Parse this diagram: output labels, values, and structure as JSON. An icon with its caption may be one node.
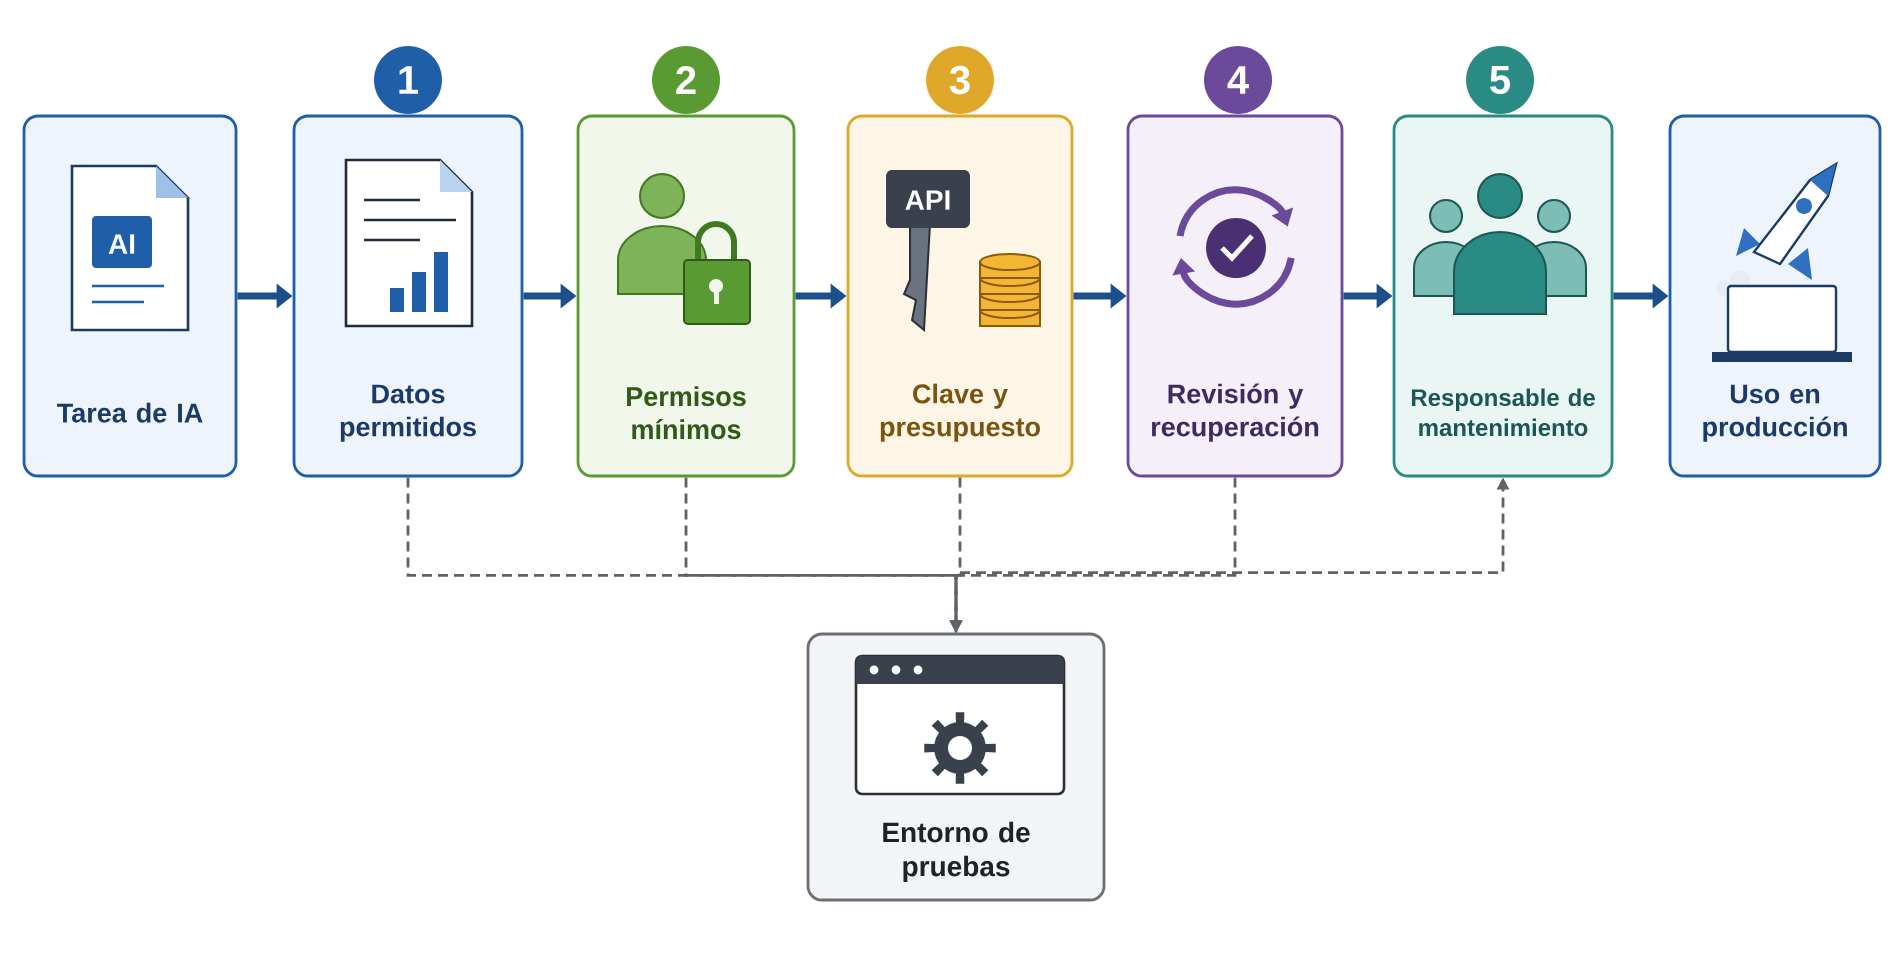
{
  "diagram": {
    "nodes": [
      {
        "text": [
          "1"
        ]
      },
      {
        "text": [
          "2"
        ]
      },
      {
        "text": [
          "3"
        ]
      },
      {
        "text": [
          "4"
        ]
      },
      {
        "text": [
          "5"
        ]
      },
      {
        "text": [
          "Tarea de IA"
        ]
      },
      {
        "text": [
          "Datos permitidos"
        ]
      },
      {
        "text": [
          "Permisos mínimos"
        ]
      },
      {
        "text": [
          "Clave y presupuesto"
        ]
      },
      {
        "text": [
          "Revisión y recuperación"
        ]
      },
      {
        "text": [
          "Responsable de mantenimiento"
        ]
      },
      {
        "text": [
          "Uso en producción"
        ]
      },
      {
        "text": [
          "Entorno de pruebas"
        ]
      }
    ],
    "edges": [
      {
        "from": 5,
        "to": 6,
        "arrow": "to"
      },
      {
        "from": 6,
        "to": 7,
        "arrow": "to"
      },
      {
        "from": 7,
        "to": 8,
        "arrow": "to"
      },
      {
        "from": 8,
        "to": 9,
        "arrow": "to"
      },
      {
        "from": 9,
        "to": 10,
        "arrow": "to"
      },
      {
        "from": 10,
        "to": 11,
        "arrow": "to"
      },
      {
        "from": 6,
        "to": 12,
        "arrow": "to",
        "style": "dashed",
        "color": "#5f6368"
      },
      {
        "from": 7,
        "to": 12,
        "arrow": "to",
        "style": "dashed",
        "color": "#5f6368"
      },
      {
        "from": 8,
        "to": 12,
        "arrow": "to",
        "style": "dashed",
        "color": "#5f6368"
      },
      {
        "from": 9,
        "to": 12,
        "arrow": "to",
        "style": "dashed",
        "color": "#5f6368"
      },
      {
        "from": 12,
        "to": 10,
        "arrow": "to",
        "style": "dashed",
        "color": "#5f6368"
      }
    ],
    "labels": [
      "AI",
      "API"
    ]
  }
}
